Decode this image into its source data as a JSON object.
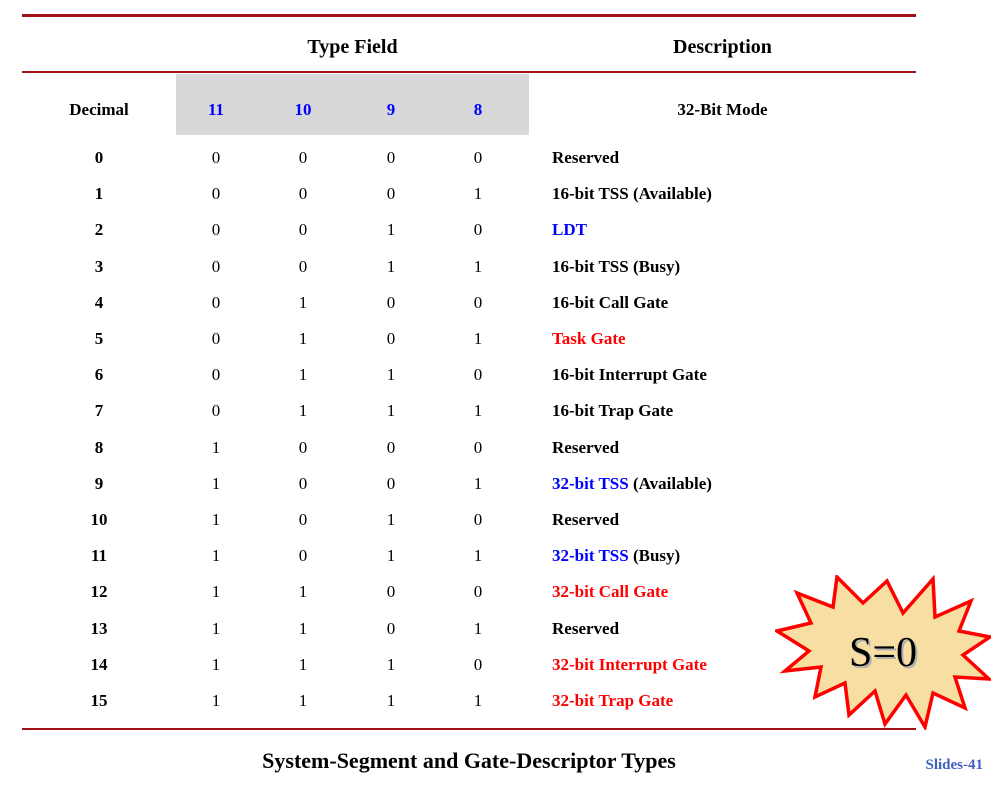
{
  "table": {
    "group_headers": {
      "type_field": "Type Field",
      "description": "Description"
    },
    "sub_headers": {
      "decimal": "Decimal",
      "bits": [
        "11",
        "10",
        "9",
        "8"
      ],
      "mode": "32-Bit Mode"
    },
    "rows": [
      {
        "decimal": "0",
        "bits": [
          "0",
          "0",
          "0",
          "0"
        ],
        "description": "Reserved",
        "desc_color": "black"
      },
      {
        "decimal": "1",
        "bits": [
          "0",
          "0",
          "0",
          "1"
        ],
        "description": "16-bit TSS (Available)",
        "desc_color": "black"
      },
      {
        "decimal": "2",
        "bits": [
          "0",
          "0",
          "1",
          "0"
        ],
        "description": "LDT",
        "desc_color": "blue"
      },
      {
        "decimal": "3",
        "bits": [
          "0",
          "0",
          "1",
          "1"
        ],
        "description": "16-bit TSS (Busy)",
        "desc_color": "black"
      },
      {
        "decimal": "4",
        "bits": [
          "0",
          "1",
          "0",
          "0"
        ],
        "description": "16-bit Call Gate",
        "desc_color": "black"
      },
      {
        "decimal": "5",
        "bits": [
          "0",
          "1",
          "0",
          "1"
        ],
        "description": "Task Gate",
        "desc_color": "red"
      },
      {
        "decimal": "6",
        "bits": [
          "0",
          "1",
          "1",
          "0"
        ],
        "description": "16-bit Interrupt Gate",
        "desc_color": "black"
      },
      {
        "decimal": "7",
        "bits": [
          "0",
          "1",
          "1",
          "1"
        ],
        "description": "16-bit Trap Gate",
        "desc_color": "black"
      },
      {
        "decimal": "8",
        "bits": [
          "1",
          "0",
          "0",
          "0"
        ],
        "description": "Reserved",
        "desc_color": "black"
      },
      {
        "decimal": "9",
        "bits": [
          "1",
          "0",
          "0",
          "1"
        ],
        "description": "32-bit TSS (Available)",
        "desc_color": "mixed",
        "desc_parts": [
          {
            "text": "32-bit TSS",
            "color": "blue"
          },
          {
            "text": " (Available)",
            "color": "black"
          }
        ]
      },
      {
        "decimal": "10",
        "bits": [
          "1",
          "0",
          "1",
          "0"
        ],
        "description": "Reserved",
        "desc_color": "black"
      },
      {
        "decimal": "11",
        "bits": [
          "1",
          "0",
          "1",
          "1"
        ],
        "description": "32-bit TSS (Busy)",
        "desc_color": "mixed",
        "desc_parts": [
          {
            "text": "32-bit TSS",
            "color": "blue"
          },
          {
            "text": " (Busy)",
            "color": "black"
          }
        ]
      },
      {
        "decimal": "12",
        "bits": [
          "1",
          "1",
          "0",
          "0"
        ],
        "description": "32-bit Call Gate",
        "desc_color": "red"
      },
      {
        "decimal": "13",
        "bits": [
          "1",
          "1",
          "0",
          "1"
        ],
        "description": "Reserved",
        "desc_color": "black"
      },
      {
        "decimal": "14",
        "bits": [
          "1",
          "1",
          "1",
          "0"
        ],
        "description": "32-bit Interrupt Gate",
        "desc_color": "red"
      },
      {
        "decimal": "15",
        "bits": [
          "1",
          "1",
          "1",
          "1"
        ],
        "description": "32-bit Trap Gate",
        "desc_color": "red"
      }
    ]
  },
  "callout": {
    "label": "S=0",
    "fill_color": "#f7dfa3",
    "stroke_color": "#ff0000"
  },
  "footer": {
    "caption": "System-Segment and Gate-Descriptor Types",
    "slide_number": "Slides-41"
  },
  "colors": {
    "rule": "#a51019",
    "band": "#d8d8d8",
    "blue": "#0000ff",
    "red": "#ff0000",
    "slide_number": "#3f5fbf"
  }
}
